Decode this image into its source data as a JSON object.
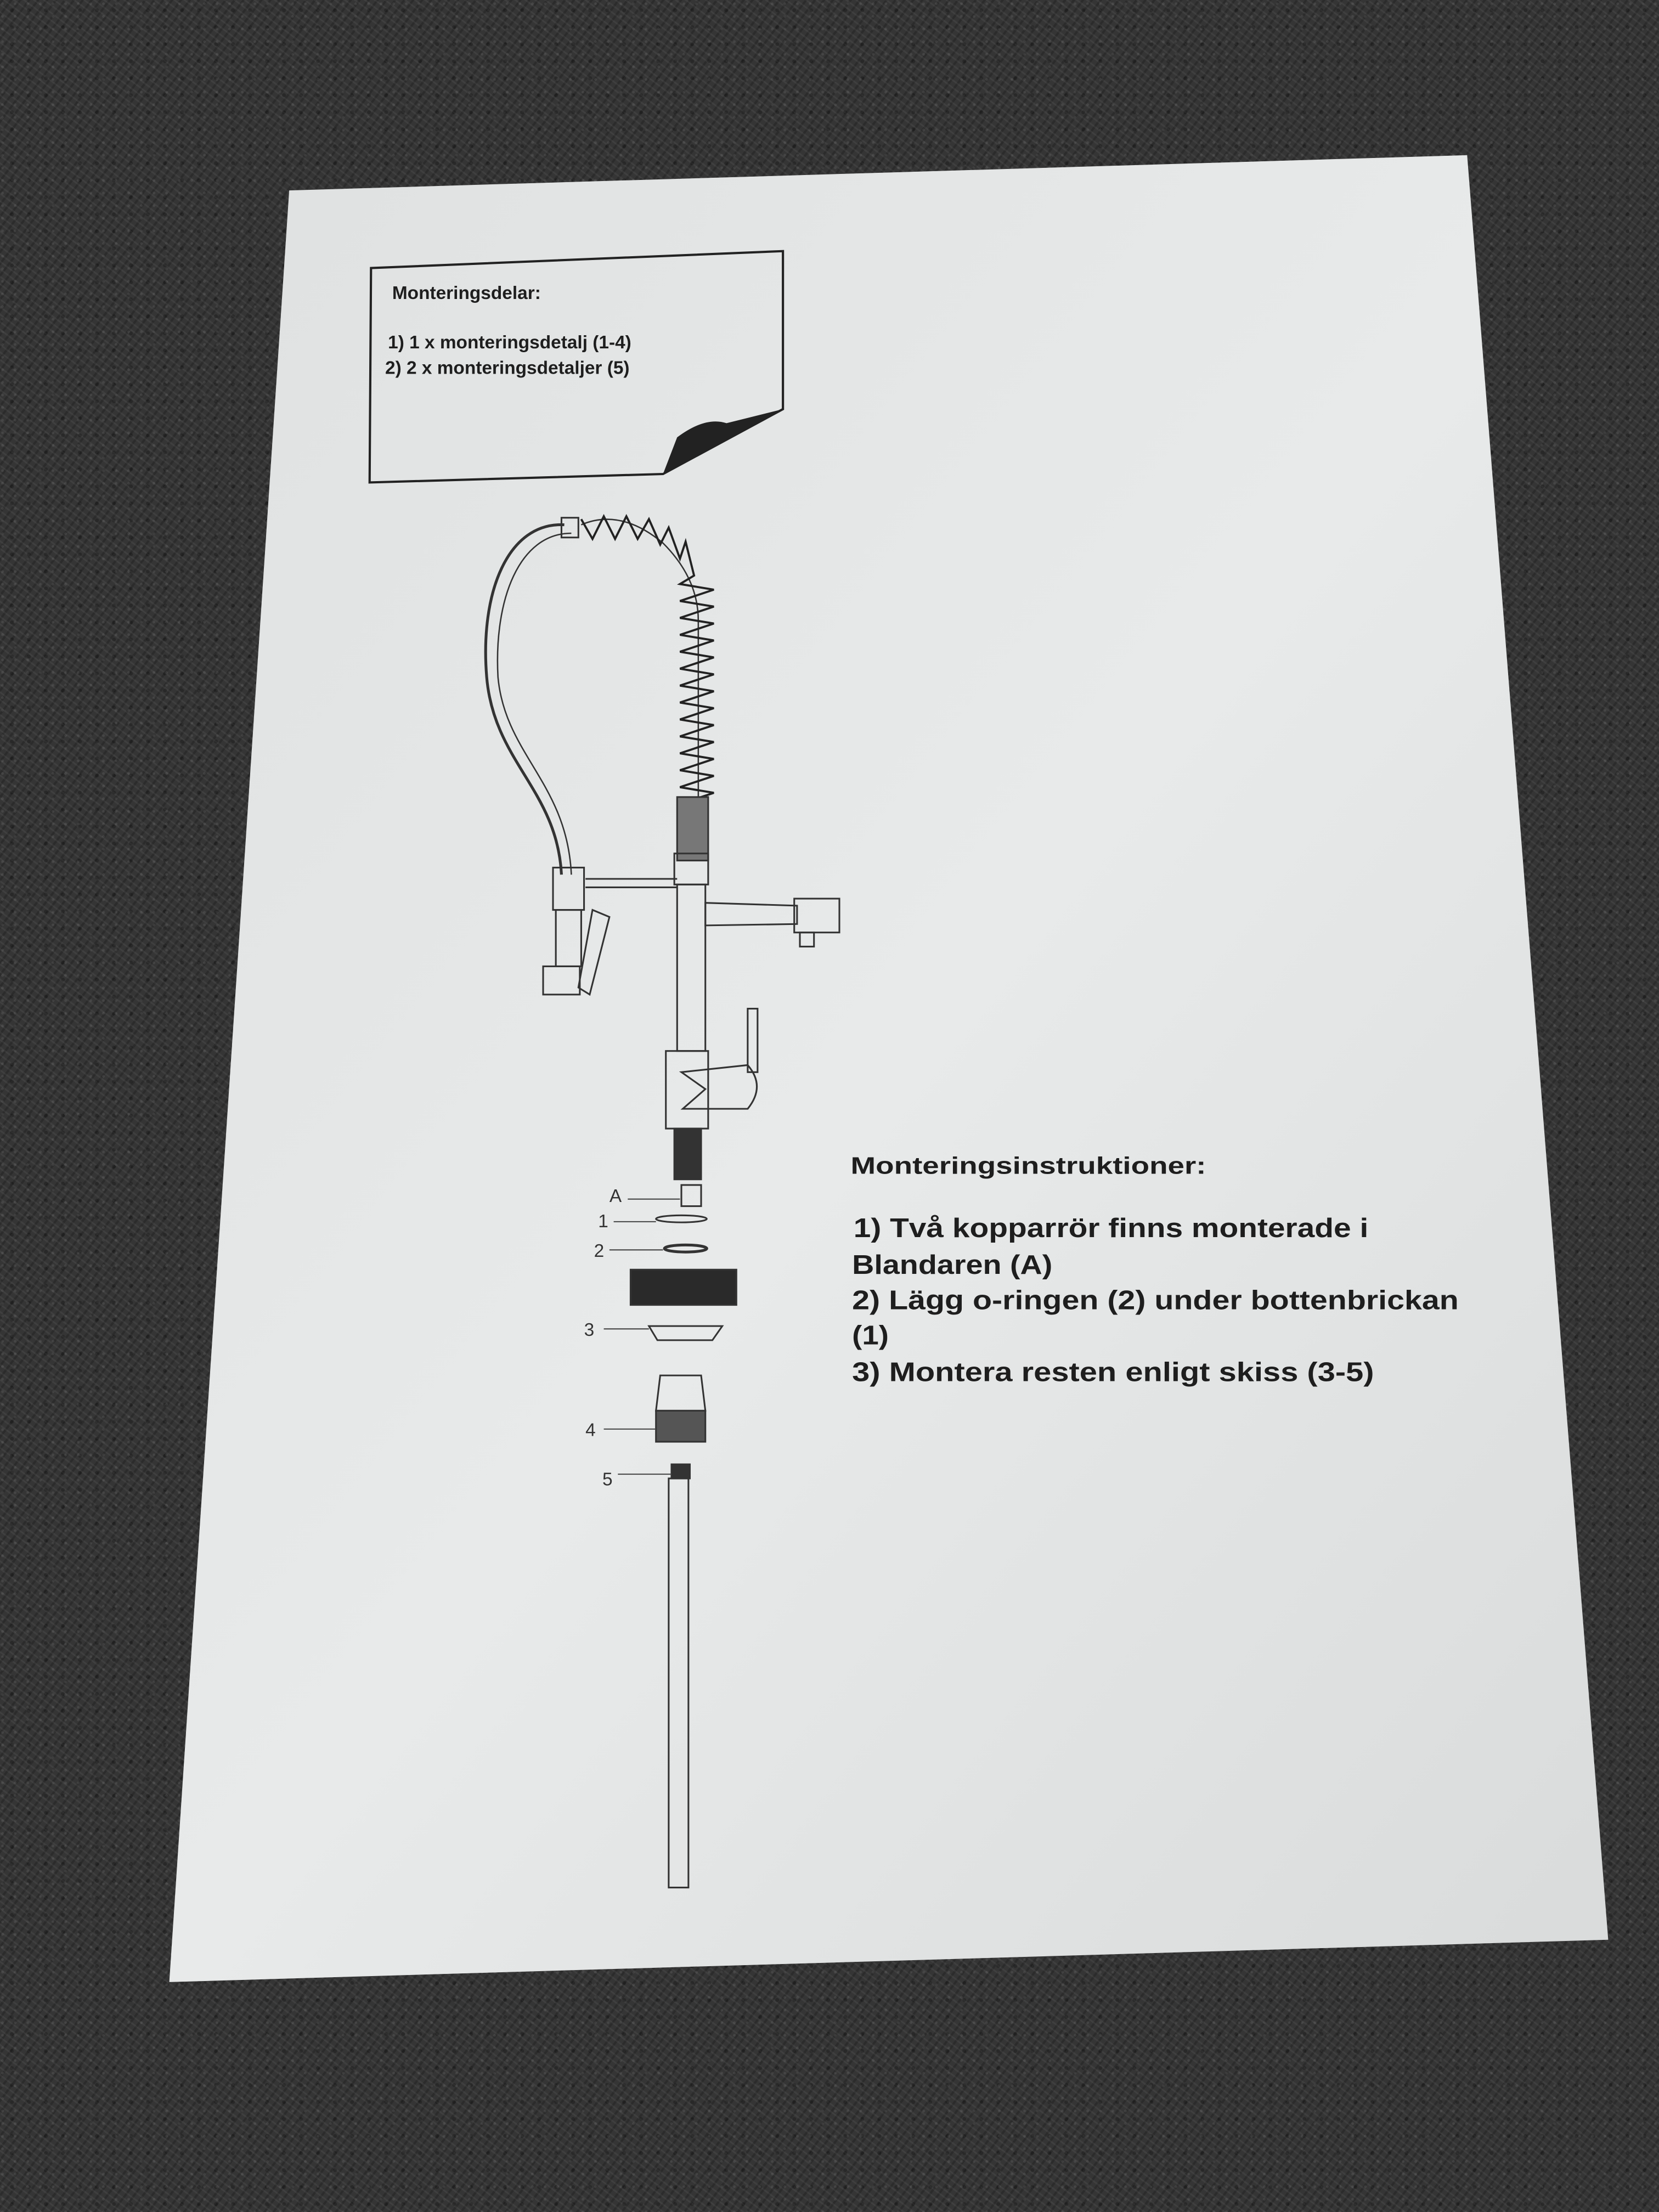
{
  "parts_box": {
    "title": "Monteringsdelar:",
    "items": [
      "1) 1 x monteringsdetalj (1-4)",
      "2) 2 x monteringsdetaljer (5)"
    ]
  },
  "instructions": {
    "title": "Monteringsinstruktioner:",
    "lines": [
      "1) Två kopparrör finns monterade i",
      "Blandaren (A)",
      "2) Lägg o-ringen (2) under bottenbrickan",
      "(1)",
      "3) Montera resten enligt skiss (3-5)"
    ]
  },
  "diagram": {
    "labels": [
      "A",
      "1",
      "2",
      "3",
      "4",
      "5"
    ]
  },
  "colors": {
    "paper": "#e3e5e5",
    "ink": "#1e1e1e",
    "carpet": "#353535"
  }
}
